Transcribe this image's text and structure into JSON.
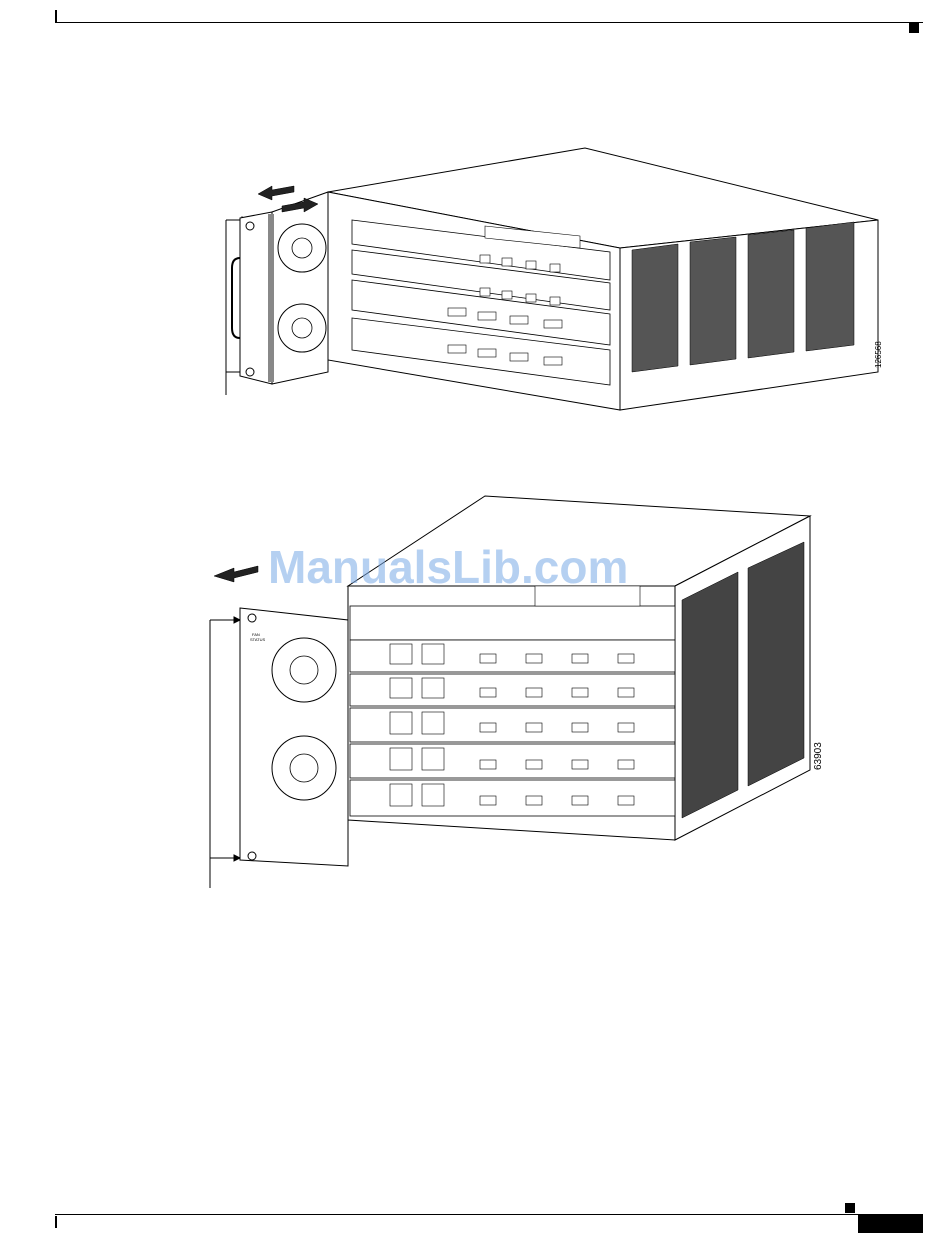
{
  "figure1": {
    "id_label": "126568"
  },
  "figure2": {
    "id_label": "63903",
    "fan_tray_label_line1": "FAN",
    "fan_tray_label_line2": "STATUS"
  },
  "watermark": {
    "text": "ManualsLib.com"
  }
}
